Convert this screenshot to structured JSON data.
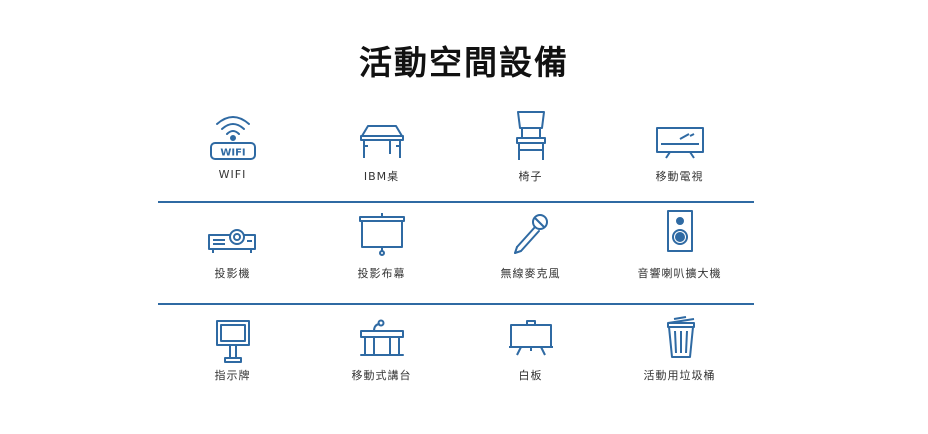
{
  "title": "活動空間設備",
  "brand_color": "#2f6aa3",
  "rows": [
    [
      {
        "label": "WIFI",
        "icon": "wifi-icon",
        "badge": "WIFI"
      },
      {
        "label": "IBM桌",
        "icon": "table-icon"
      },
      {
        "label": "椅子",
        "icon": "chair-icon"
      },
      {
        "label": "移動電視",
        "icon": "tv-icon"
      }
    ],
    [
      {
        "label": "投影機",
        "icon": "projector-icon"
      },
      {
        "label": "投影布幕",
        "icon": "projection-screen-icon"
      },
      {
        "label": "無線麥克風",
        "icon": "microphone-icon"
      },
      {
        "label": "音響喇叭擴大機",
        "icon": "speaker-icon"
      }
    ],
    [
      {
        "label": "指示牌",
        "icon": "signboard-icon"
      },
      {
        "label": "移動式講台",
        "icon": "podium-icon"
      },
      {
        "label": "白板",
        "icon": "whiteboard-icon"
      },
      {
        "label": "活動用垃圾桶",
        "icon": "trash-can-icon"
      }
    ]
  ]
}
